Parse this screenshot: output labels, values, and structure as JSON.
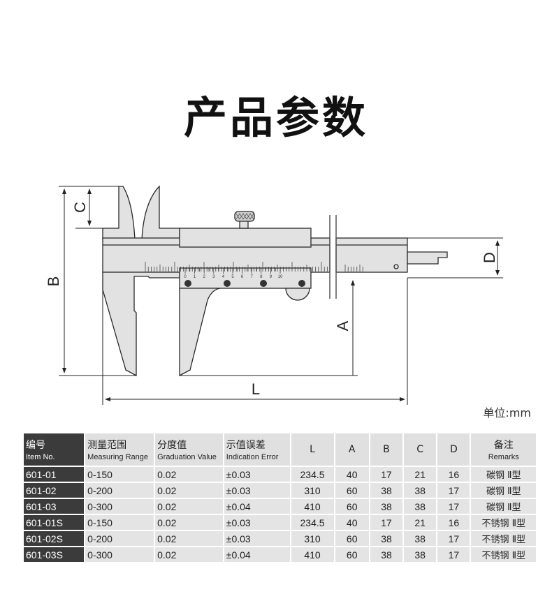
{
  "title": "产品参数",
  "unit": "单位:mm",
  "diagram": {
    "labels": {
      "C": "C",
      "B": "B",
      "D": "D",
      "A": "A",
      "L": "L"
    },
    "vernier_numbers": [
      "0",
      "1",
      "2",
      "3",
      "4",
      "5",
      "6",
      "7",
      "8",
      "9",
      "10"
    ]
  },
  "table": {
    "headers": [
      {
        "zh": "编号",
        "en": "Item No."
      },
      {
        "zh": "测量范围",
        "en": "Measuring Range"
      },
      {
        "zh": "分度值",
        "en": "Graduation Value"
      },
      {
        "zh": "示值误差",
        "en": "Indication Error"
      },
      {
        "zh": "L"
      },
      {
        "zh": "A"
      },
      {
        "zh": "B"
      },
      {
        "zh": "C"
      },
      {
        "zh": "D"
      },
      {
        "zh": "备注",
        "en": "Remarks"
      }
    ],
    "rows": [
      [
        "601-01",
        "0-150",
        "0.02",
        "±0.03",
        "234.5",
        "40",
        "17",
        "21",
        "16",
        "碳钢 Ⅱ型"
      ],
      [
        "601-02",
        "0-200",
        "0.02",
        "±0.03",
        "310",
        "60",
        "38",
        "38",
        "17",
        "碳钢 Ⅱ型"
      ],
      [
        "601-03",
        "0-300",
        "0.02",
        "±0.04",
        "410",
        "60",
        "38",
        "38",
        "17",
        "碳钢 Ⅱ型"
      ],
      [
        "601-01S",
        "0-150",
        "0.02",
        "±0.03",
        "234.5",
        "40",
        "17",
        "21",
        "16",
        "不锈钢 Ⅱ型"
      ],
      [
        "601-02S",
        "0-200",
        "0.02",
        "±0.03",
        "310",
        "60",
        "38",
        "38",
        "17",
        "不锈钢 Ⅱ型"
      ],
      [
        "601-03S",
        "0-300",
        "0.02",
        "±0.04",
        "410",
        "60",
        "38",
        "38",
        "17",
        "不锈钢 Ⅱ型"
      ]
    ]
  }
}
